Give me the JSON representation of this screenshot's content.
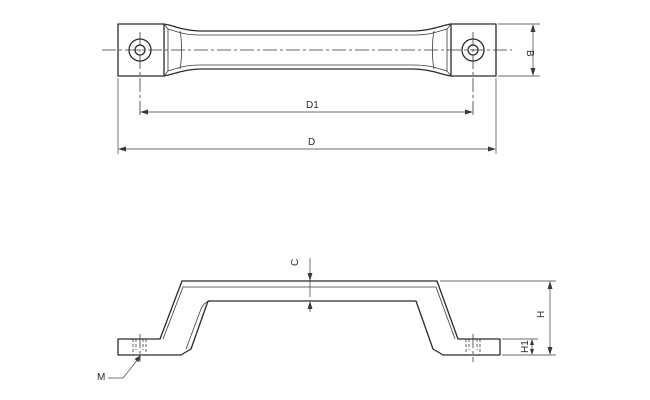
{
  "drawing": {
    "labels": {
      "d1": "D1",
      "d": "D",
      "b": "B",
      "c": "C",
      "h": "H",
      "h1": "H1",
      "m": "M"
    },
    "colors": {
      "line": "#2a2a2a",
      "background": "#ffffff"
    }
  }
}
